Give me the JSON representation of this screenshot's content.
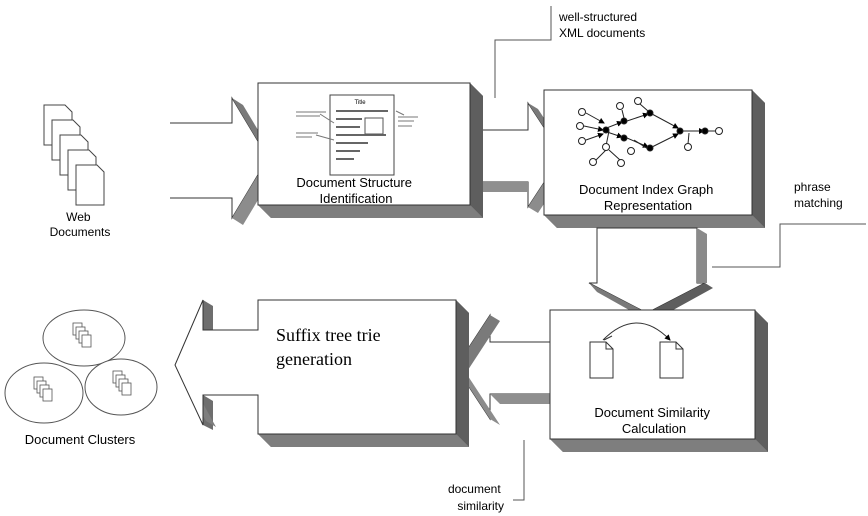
{
  "inputs": {
    "web_documents": [
      "Web",
      "Documents"
    ]
  },
  "process_boxes": {
    "structure_identification": [
      "Document Structure",
      "Identification"
    ],
    "index_graph": [
      "Document Index Graph",
      "Representation"
    ],
    "similarity_calculation": [
      "Document Similarity",
      "Calculation"
    ],
    "suffix_tree": [
      "Suffix tree trie",
      "generation"
    ]
  },
  "annotations": {
    "well_structured": [
      "well-structured",
      "XML documents"
    ],
    "phrase_matching": [
      "phrase",
      "matching"
    ],
    "document_similarity": [
      "document",
      "similarity"
    ]
  },
  "outputs": {
    "document_clusters": "Document Clusters"
  },
  "doc_thumbnail": {
    "title": "Title"
  }
}
